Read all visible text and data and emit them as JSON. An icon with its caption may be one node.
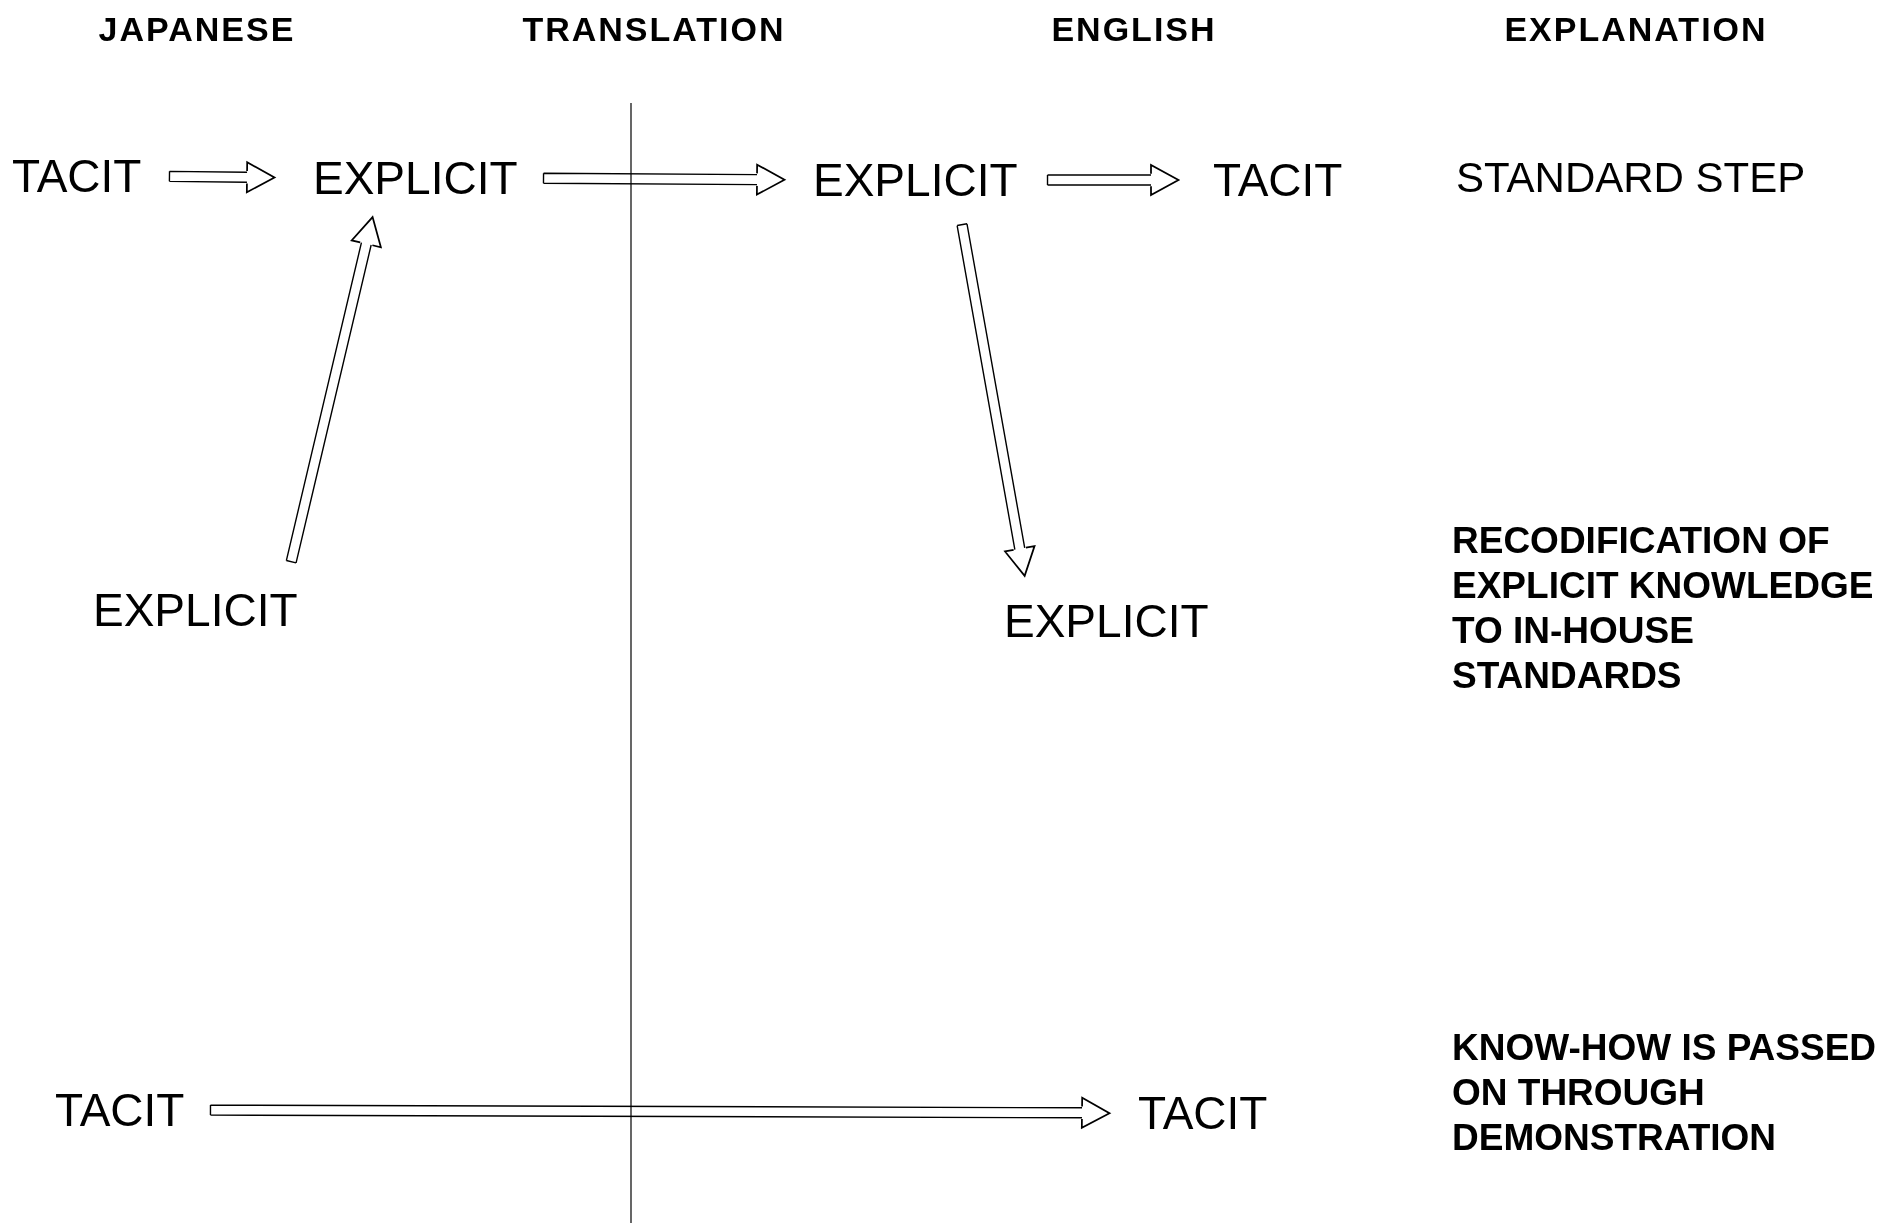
{
  "diagram": {
    "nodes": [
      {
        "text": [
          "TACIT"
        ]
      },
      {
        "text": [
          "EXPLICIT"
        ]
      },
      {
        "text": [
          "EXPLICIT"
        ]
      },
      {
        "text": [
          "TACIT"
        ]
      },
      {
        "text": [
          "EXPLICIT"
        ]
      },
      {
        "text": [
          "EXPLICIT"
        ]
      },
      {
        "text": [
          "TACIT"
        ]
      },
      {
        "text": [
          "TACIT"
        ]
      }
    ],
    "edges": [
      {
        "from": 0,
        "to": 1,
        "arrow": "to"
      },
      {
        "from": 1,
        "to": 2,
        "arrow": "to"
      },
      {
        "from": 2,
        "to": 3,
        "arrow": "to"
      },
      {
        "from": 4,
        "to": 1,
        "arrow": "to"
      },
      {
        "from": 2,
        "to": 5,
        "arrow": "to"
      },
      {
        "from": 6,
        "to": 7,
        "arrow": "to"
      }
    ],
    "labels": [
      "JAPANESE",
      "TRANSLATION",
      "ENGLISH",
      "EXPLANATION",
      "STANDARD STEP",
      "RECODIFICATION OF EXPLICIT KNOWLEDGE TO IN-HOUSE STANDARDS",
      "KNOW-HOW IS PASSED ON THROUGH DEMONSTRATION"
    ]
  }
}
